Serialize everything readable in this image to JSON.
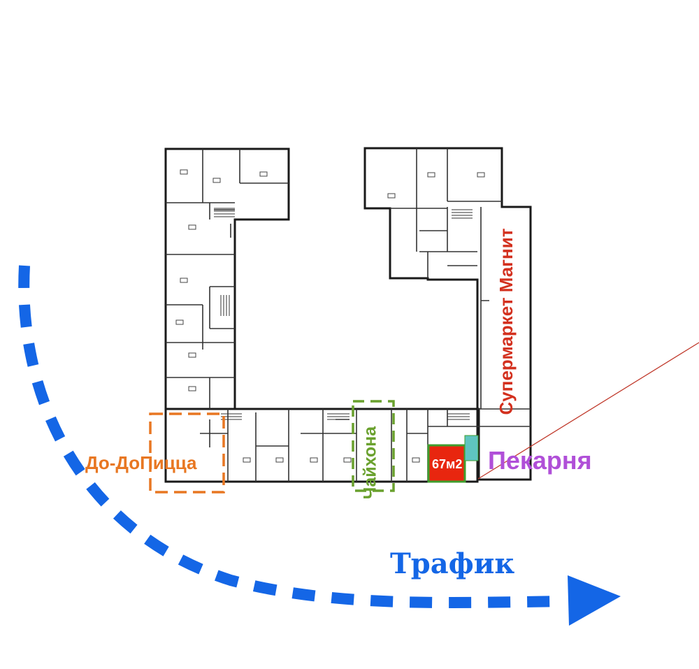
{
  "labels": {
    "dodo": "До-ДоПицца",
    "supermarket": "Супермаркет Магнит",
    "bakery": "Пекарня",
    "chaikhona": "Чайхона",
    "area": "67м2",
    "traffic": "Трафик"
  },
  "colors": {
    "dodo": "#e87722",
    "supermarket": "#d3301e",
    "bakery": "#b04fd8",
    "chaikhona": "#6aa12e",
    "highlight_unit": "#e8260f",
    "highlight_border": "#3f9e2e",
    "traffic": "#1466e6",
    "pointer_line": "#c0392b",
    "walls": "#1a1a1a"
  },
  "icons": {
    "traffic_arrow": "dashed-curved-arrow"
  }
}
